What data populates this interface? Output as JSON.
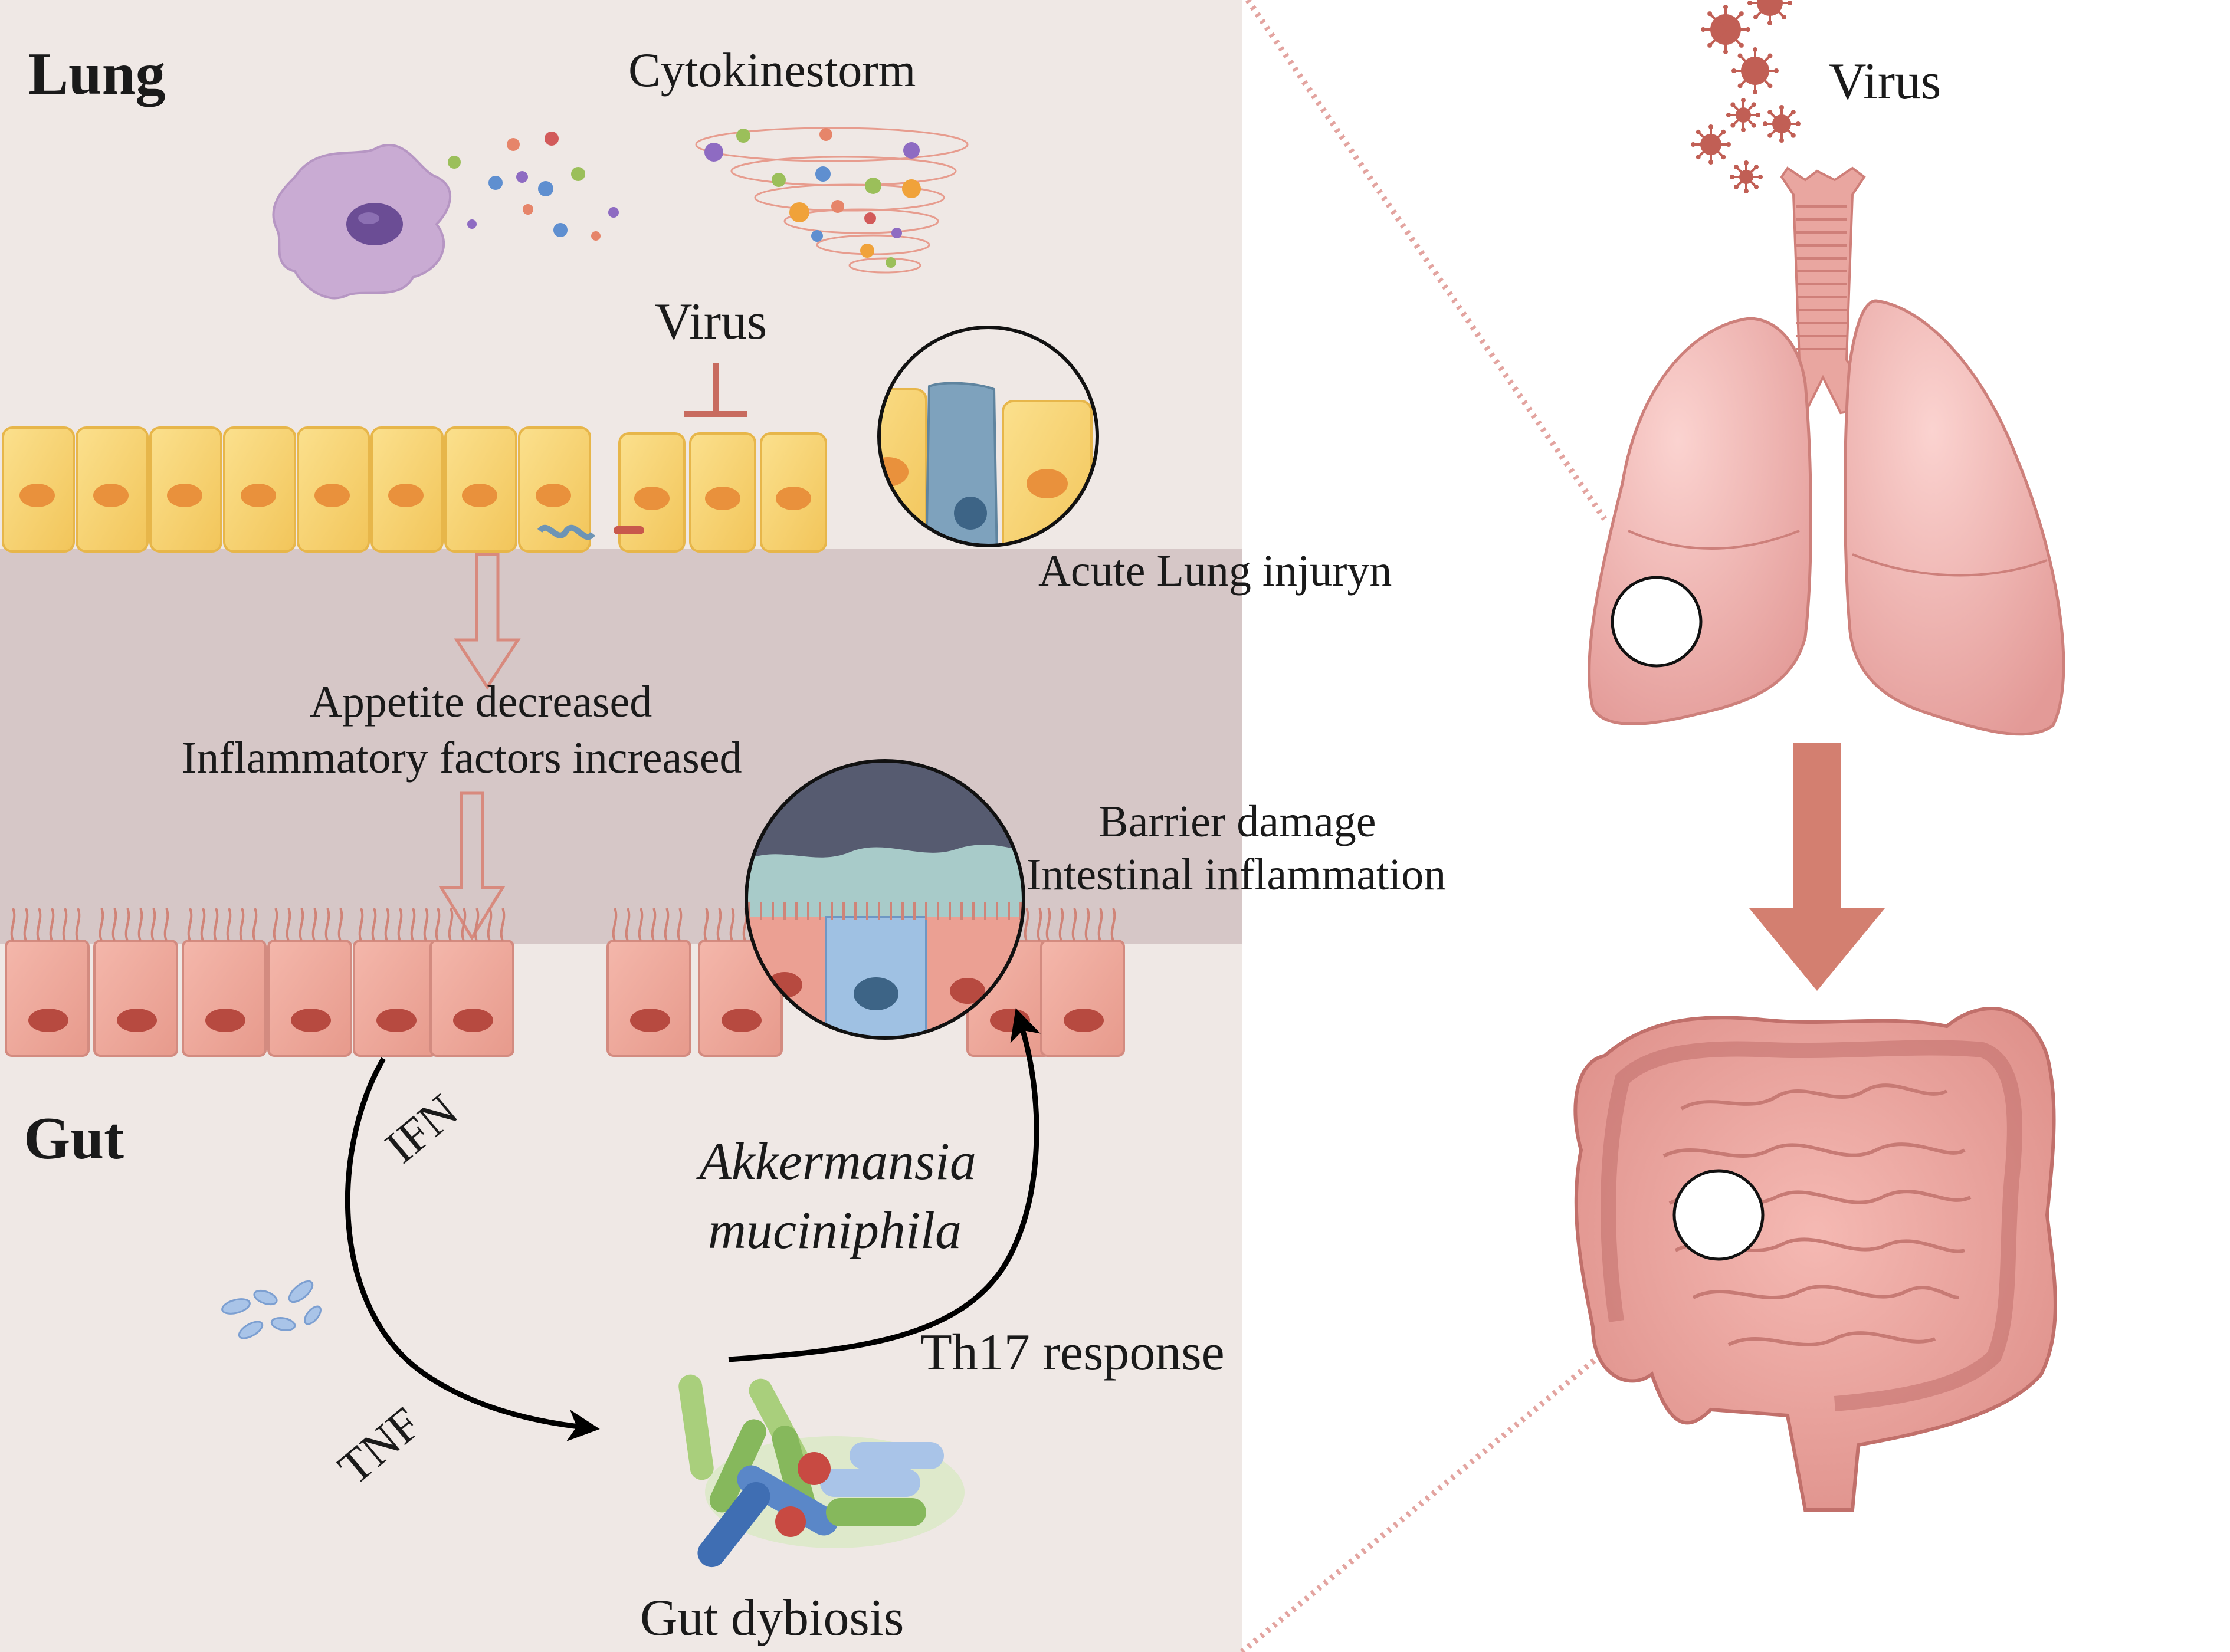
{
  "left_panel": {
    "lung_heading": "Lung",
    "gut_heading": "Gut",
    "cytokine_storm": "Cytokinestorm",
    "virus_inhibit": "Virus",
    "acute_lung_injury": "Acute Lung injuryn",
    "appetite_decreased": "Appetite decreased",
    "inflammatory_factors": "Inflammatory factors increased",
    "barrier_damage": "Barrier damage",
    "intestinal_inflammation": "Intestinal inflammation",
    "ifn": "IFN",
    "tnf": "TNF",
    "akkermansia_line1": "Akkermansia",
    "akkermansia_line2": "muciniphila",
    "th17_response": "Th17 response",
    "gut_dysbiosis": "Gut dybiosis"
  },
  "right_panel": {
    "virus": "Virus"
  },
  "colors": {
    "left_background": "#efe8e5",
    "tissue_band": "#d6c7c7",
    "lung_cell": "#f5cd63",
    "gut_cell": "#eba093",
    "organ_pink": "#eaa3a0",
    "arrow_brown": "#d37f70",
    "divider_dots": "#e3a4a0"
  }
}
